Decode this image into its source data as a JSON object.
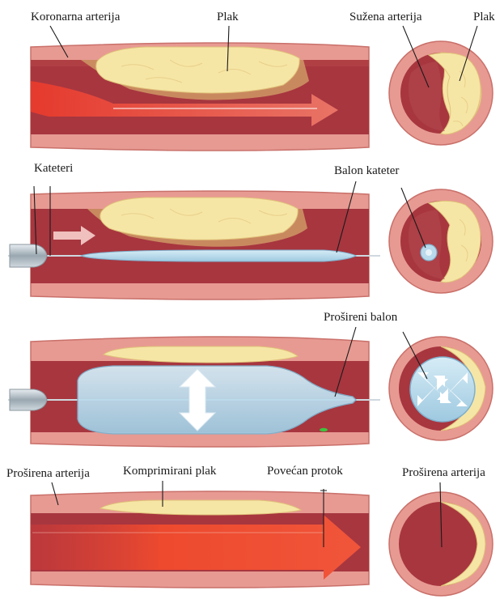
{
  "colors": {
    "wall_outer": "#e79a92",
    "wall_edge": "#c9706a",
    "lumen": "#a7363f",
    "plaque": "#f6e6a6",
    "plaque_shadow": "#d4a56b",
    "balloon": "#b9d9ec",
    "flow_arrow": "#e8452e"
  },
  "icons": [
    "flow-arrow-icon",
    "push-arrow-icon",
    "expand-arrow-icon",
    "catheter-tip-icon"
  ],
  "labels": {
    "koronarna_arterija": "Koronarna arterija",
    "plak_top": "Plak",
    "suzena_arterija": "Sužena arterija",
    "plak_circle": "Plak",
    "kateteri": "Kateteri",
    "balon_kateter": "Balon kateter",
    "prosireni_balon": "Prošireni balon",
    "prosirena_arterija_left": "Proširena arterija",
    "komprimirani_plak": "Komprimirani plak",
    "povecan_protok": "Povećan protok",
    "prosirena_arterija_right": "Proširena arterija"
  }
}
